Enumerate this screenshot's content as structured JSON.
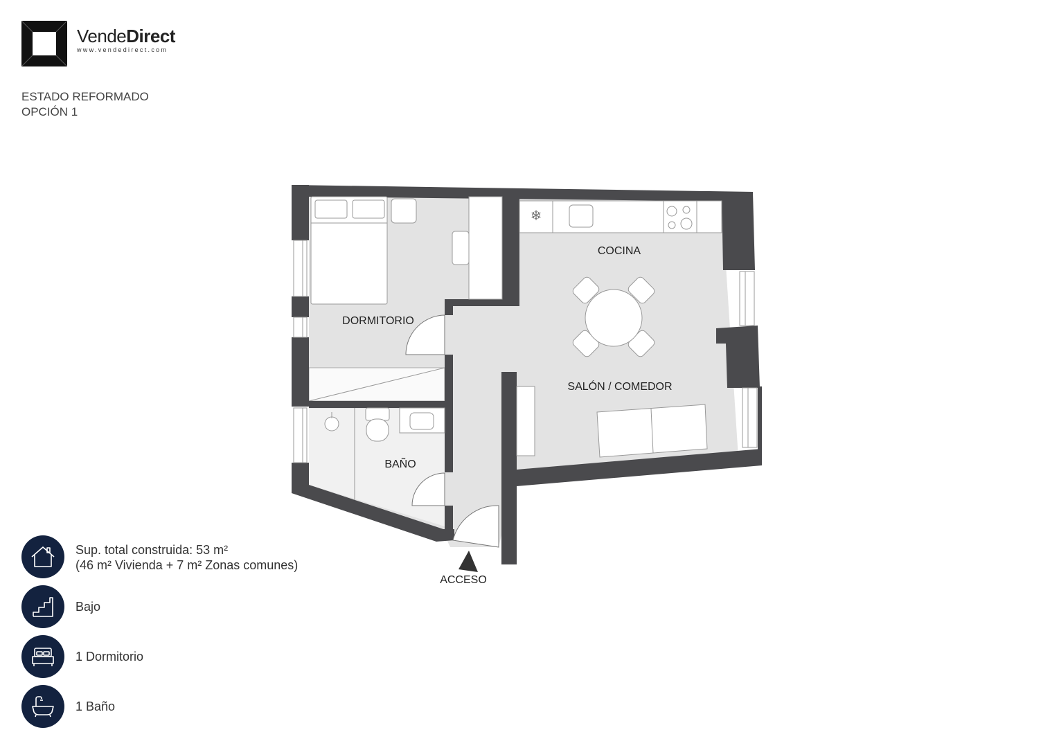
{
  "brand": {
    "name_regular": "Vende",
    "name_bold": "Direct",
    "url": "www.vendedirect.com"
  },
  "header": {
    "state": "ESTADO REFORMADO",
    "option": "OPCIÓN 1"
  },
  "rooms": {
    "cocina": "COCINA",
    "dormitorio": "DORMITORIO",
    "salon": "SALÓN / COMEDOR",
    "bano": "BAÑO",
    "acceso": "ACCESO"
  },
  "features": [
    {
      "icon": "house-icon",
      "line1": "Sup. total construida: 53 m²",
      "line2": "(46 m² Vivienda + 7 m² Zonas comunes)"
    },
    {
      "icon": "stairs-icon",
      "line1": "Bajo"
    },
    {
      "icon": "bed-icon",
      "line1": "1 Dormitorio"
    },
    {
      "icon": "bathtub-icon",
      "line1": "1 Baño"
    }
  ],
  "colors": {
    "wall": "#4a4a4d",
    "floor": "#e3e3e3",
    "icon_background": "#13223f",
    "text": "#333333"
  }
}
